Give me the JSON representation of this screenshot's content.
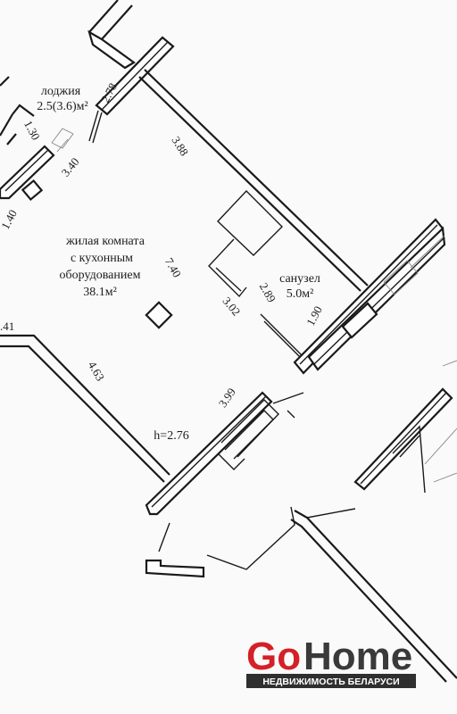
{
  "rooms": {
    "loggia": {
      "name": "лоджия",
      "area": "2.5(3.6)м²"
    },
    "living": {
      "line1": "жилая комната",
      "line2": "с кухонным",
      "line3": "оборудованием",
      "area": "38.1м²"
    },
    "bathroom": {
      "name": "санузел",
      "area": "5.0м²"
    }
  },
  "dimensions": {
    "d278": "2.78",
    "d130": "1.30",
    "d340": "3.40",
    "d140": "1.40",
    "d388": "3.88",
    "d740": "7.40",
    "d302": "3.02",
    "d289": "2.89",
    "d190": "1.90",
    "d41": ".41",
    "d463": "4.63",
    "d399": "3.99",
    "height": "h=2.76"
  },
  "logo": {
    "go": "Go",
    "home": "Home",
    "subtitle": "НЕДВИЖИМОСТЬ БЕЛАРУСИ"
  }
}
